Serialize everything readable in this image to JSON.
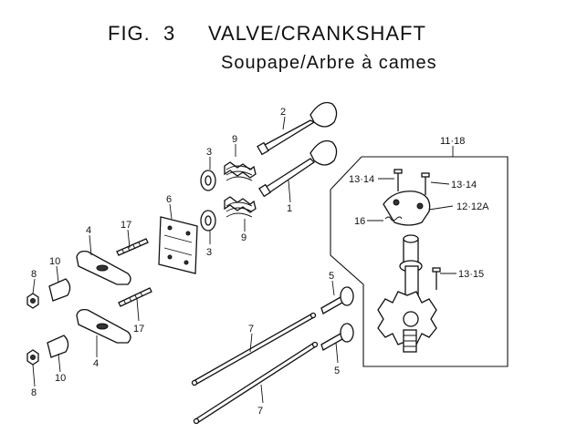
{
  "title": {
    "fig_label": "FIG.",
    "fig_number": "3",
    "name_en": "VALVE/CRANKSHAFT",
    "name_fr": "Soupape/Arbre à cames"
  },
  "callouts": {
    "c2": "2",
    "c1": "1",
    "c9a": "9",
    "c9b": "9",
    "c3a": "3",
    "c3b": "3",
    "c6": "6",
    "c17a": "17",
    "c17b": "17",
    "c4a": "4",
    "c4b": "4",
    "c10a": "10",
    "c10b": "10",
    "c8a": "8",
    "c8b": "8",
    "c5a": "5",
    "c5b": "5",
    "c7a": "7",
    "c7b": "7",
    "c11_18": "11·18",
    "c13_14a": "13·14",
    "c13_14b": "13·14",
    "c12_12a": "12·12A",
    "c16": "16",
    "c13_15": "13·15"
  }
}
